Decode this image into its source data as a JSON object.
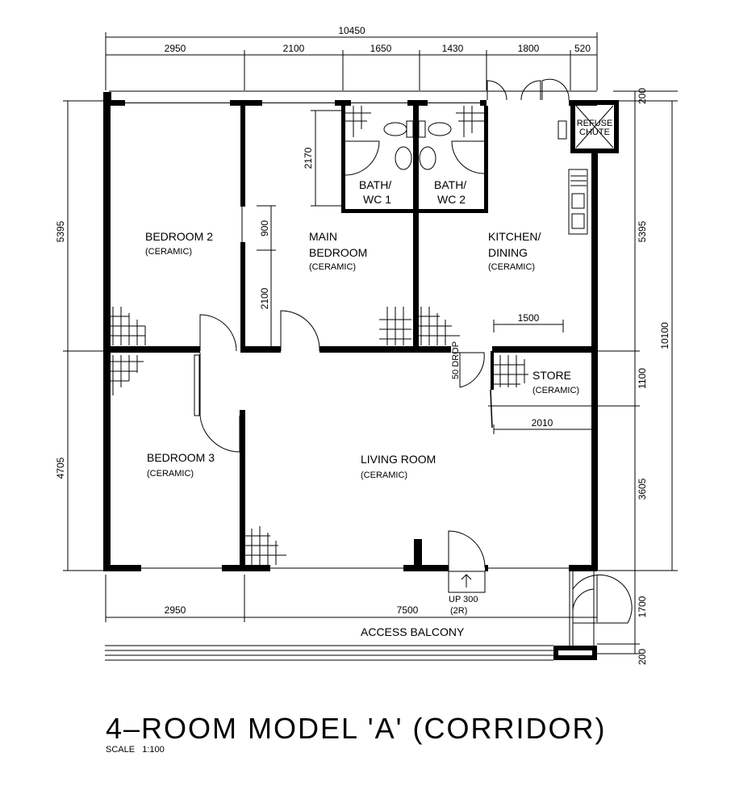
{
  "dimensions": {
    "top_total": "10450",
    "top_segments": [
      "2950",
      "2100",
      "1650",
      "1430",
      "1800",
      "520"
    ],
    "left_upper": "5395",
    "left_lower": "4705",
    "right_top": "200",
    "right_upper": "5395",
    "right_total": "10100",
    "right_store": "1100",
    "right_lower": "3605",
    "right_balcony": "1700",
    "right_bottom": "200",
    "bottom_left": "2950",
    "bottom_right": "7500",
    "bath_depth": "2170",
    "wardrobe_900": "900",
    "wardrobe_2100": "2100",
    "kitchen_1500": "1500",
    "store_2010": "2010",
    "drop_label": "50\nDROP",
    "up_label": "UP 300",
    "up_sub": "(2R)"
  },
  "rooms": {
    "bedroom2": {
      "name": "BEDROOM 2",
      "finish": "(CERAMIC)"
    },
    "main_bedroom": {
      "name1": "MAIN",
      "name2": "BEDROOM",
      "finish": "(CERAMIC)"
    },
    "bath1": {
      "name1": "BATH/",
      "name2": "WC 1"
    },
    "bath2": {
      "name1": "BATH/",
      "name2": "WC 2"
    },
    "kitchen": {
      "name1": "KITCHEN/",
      "name2": "DINING",
      "finish": "(CERAMIC)"
    },
    "refuse": {
      "name1": "REFUSE",
      "name2": "CHUTE"
    },
    "store": {
      "name": "STORE",
      "finish": "(CERAMIC)"
    },
    "bedroom3": {
      "name": "BEDROOM 3",
      "finish": "(CERAMIC)"
    },
    "living": {
      "name": "LIVING ROOM",
      "finish": "(CERAMIC)"
    },
    "balcony": {
      "name": "ACCESS BALCONY"
    }
  },
  "title": "4–ROOM MODEL 'A' (CORRIDOR)",
  "scale": "SCALE   1:100"
}
